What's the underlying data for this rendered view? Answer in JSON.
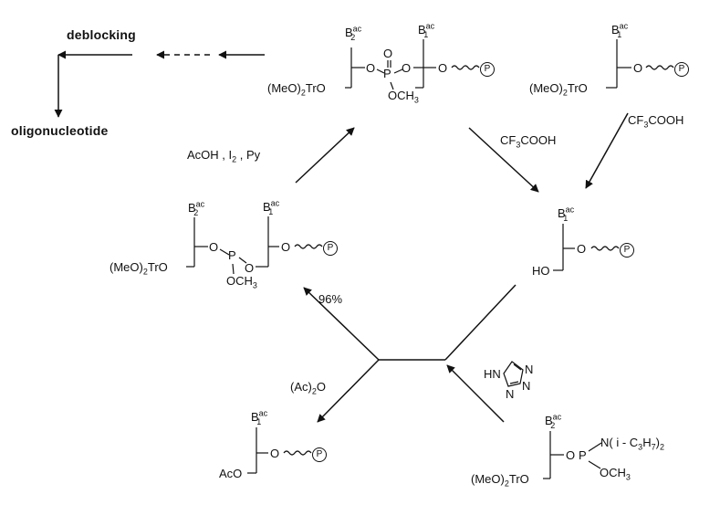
{
  "labels": {
    "deblocking": "deblocking",
    "oligonucleotide": "oligonucleotide",
    "oxidation": "AcOH , I",
    "oxidation_sub": "2",
    "oxidation_tail": " , Py",
    "acid1": "CF",
    "acid1_sub": "3",
    "acid1_tail": "COOH",
    "acid2": "CF",
    "acid2_sub": "3",
    "acid2_tail": "COOH",
    "yield": "96%",
    "capping": "(Ac)",
    "capping_sub": "2",
    "capping_tail": "O"
  },
  "structures": {
    "b_label": "B",
    "b_sup": "ac",
    "sub1": "1",
    "sub2": "2",
    "dmt": "(MeO)",
    "dmt_sub": "2",
    "dmt_tail": "TrO",
    "ho": "HO",
    "aco": "AcO",
    "p_atom": "P",
    "o_atom": "O",
    "och3": "OCH",
    "ch3_sub": "3",
    "support": "P",
    "amine": "N( i - C",
    "amine_sub1": "3",
    "amine_mid": "H",
    "amine_sub2": "7",
    "amine_tail": ")",
    "amine_sub3": "2",
    "tetrazole_nh": "HN",
    "tetrazole_n": "N"
  }
}
